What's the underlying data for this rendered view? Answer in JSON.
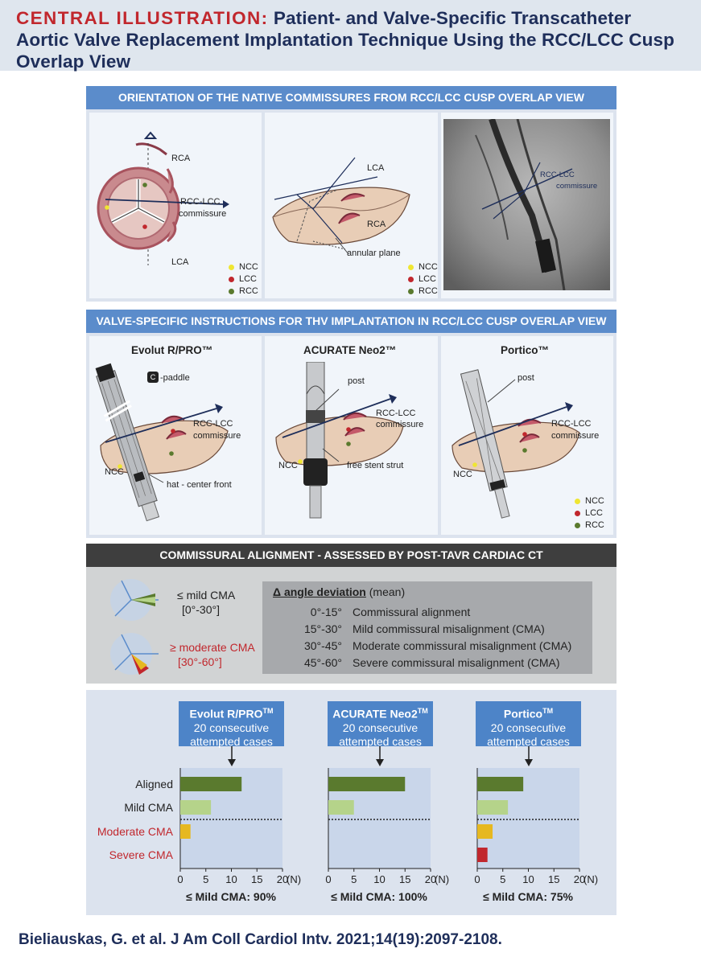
{
  "header": {
    "lead": "CENTRAL ILLUSTRATION:",
    "title": "Patient- and Valve-Specific Transcatheter Aortic Valve Replacement Implantation Technique Using the RCC/LCC Cusp Overlap View"
  },
  "section1": {
    "band": "ORIENTATION OF THE NATIVE COMMISSURES FROM RCC/LCC CUSP OVERLAP VIEW",
    "panel1": {
      "rca": "RCA",
      "lca": "LCA",
      "commissure_1": "RCC-LCC",
      "commissure_2": "commissure"
    },
    "panel2": {
      "lca": "LCA",
      "rca": "RCA",
      "annular": "annular plane"
    },
    "panel3": {
      "commissure_1": "RCC-LCC",
      "commissure_2": "commissure"
    },
    "legend": {
      "ncc": "NCC",
      "lcc": "LCC",
      "rcc": "RCC"
    }
  },
  "section2": {
    "band": "VALVE-SPECIFIC INSTRUCTIONS FOR THV IMPLANTATION IN RCC/LCC CUSP OVERLAP VIEW",
    "evolut": {
      "title": "Evolut R/PRO™",
      "c_icon": "C",
      "paddle": "-paddle",
      "comm_1": "RCC-LCC",
      "comm_2": "commissure",
      "ncc": "NCC",
      "hat": "hat - center front"
    },
    "acurate": {
      "title": "ACURATE Neo2™",
      "post": "post",
      "comm_1": "RCC-LCC",
      "comm_2": "commissure",
      "ncc": "NCC",
      "strut": "free stent strut"
    },
    "portico": {
      "title": "Portico™",
      "post": "post",
      "comm_1": "RCC-LCC",
      "comm_2": "commissure",
      "ncc": "NCC"
    },
    "legend": {
      "ncc": "NCC",
      "lcc": "LCC",
      "rcc": "RCC"
    }
  },
  "section3": {
    "band": "COMMISSURAL ALIGNMENT - ASSESSED BY POST-TAVR CARDIAC CT",
    "mild_1": "≤ mild CMA",
    "mild_2": "[0°-30°]",
    "moderate_1": "≥ moderate CMA",
    "moderate_2": "[30°-60°]",
    "table_head_bold": "Δ angle deviation",
    "table_head_rest": "(mean)",
    "rows": [
      {
        "range": "0°-15°",
        "desc": "Commissural alignment"
      },
      {
        "range": "15°-30°",
        "desc": "Mild commissural misalignment (CMA)"
      },
      {
        "range": "30°-45°",
        "desc": "Moderate commissural misalignment (CMA)"
      },
      {
        "range": "45°-60°",
        "desc": "Severe commissural misalignment (CMA)"
      }
    ]
  },
  "section4": {
    "callouts": [
      {
        "name": "Evolut R/PRO",
        "sup": "TM",
        "line1": "20 consecutive",
        "line2": "attempted cases"
      },
      {
        "name": "ACURATE Neo2",
        "sup": "TM",
        "line1": "20 consecutive",
        "line2": "attempted cases"
      },
      {
        "name": "Portico",
        "sup": "TM",
        "line1": "20 consecutive",
        "line2": "attempted cases"
      }
    ],
    "summaries": [
      "≤ Mild CMA: 90%",
      "≤ Mild CMA: 100%",
      "≤ Mild CMA: 75%"
    ]
  },
  "chart_data": {
    "type": "bar",
    "orientation": "horizontal",
    "categories": [
      "Aligned",
      "Mild CMA",
      "Moderate CMA",
      "Severe CMA"
    ],
    "category_colors": [
      "#5a7a2e",
      "#b5d38a",
      "#e6b820",
      "#c1272d"
    ],
    "label_colors": [
      "#222222",
      "#222222",
      "#c1272d",
      "#c1272d"
    ],
    "xlim": [
      0,
      20
    ],
    "xticks": [
      0,
      5,
      10,
      15,
      20
    ],
    "xunit": "(N)",
    "series": [
      {
        "values": [
          12,
          6,
          2,
          0
        ]
      },
      {
        "values": [
          15,
          5,
          0,
          0
        ]
      },
      {
        "values": [
          9,
          6,
          3,
          2
        ]
      }
    ]
  },
  "footer": {
    "citation": "Bieliauskas, G. et al. J Am Coll Cardiol Intv. 2021;14(19):2097-2108."
  }
}
